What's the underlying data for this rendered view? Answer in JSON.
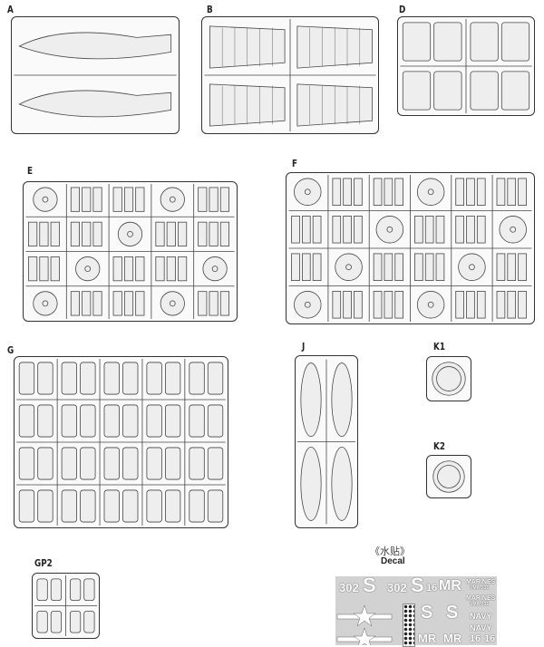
{
  "sprues": [
    {
      "id": "A",
      "label": "A"
    },
    {
      "id": "B",
      "label": "B"
    },
    {
      "id": "D",
      "label": "D"
    },
    {
      "id": "E",
      "label": "E"
    },
    {
      "id": "F",
      "label": "F"
    },
    {
      "id": "G",
      "label": "G"
    },
    {
      "id": "J",
      "label": "J"
    },
    {
      "id": "K1",
      "label": "K1"
    },
    {
      "id": "K2",
      "label": "K2"
    },
    {
      "id": "GP2",
      "label": "GP2"
    }
  ],
  "decal": {
    "title_cn": "《水贴》",
    "title_en": "Decal",
    "markings": [
      "302",
      "S",
      "302",
      "S",
      "16",
      "MR",
      "MARINES",
      "VMA-331",
      "MARINES",
      "VMA-331",
      "S",
      "S",
      "NAVY",
      "NAVY",
      "MR",
      "MR",
      "16",
      "16"
    ]
  }
}
